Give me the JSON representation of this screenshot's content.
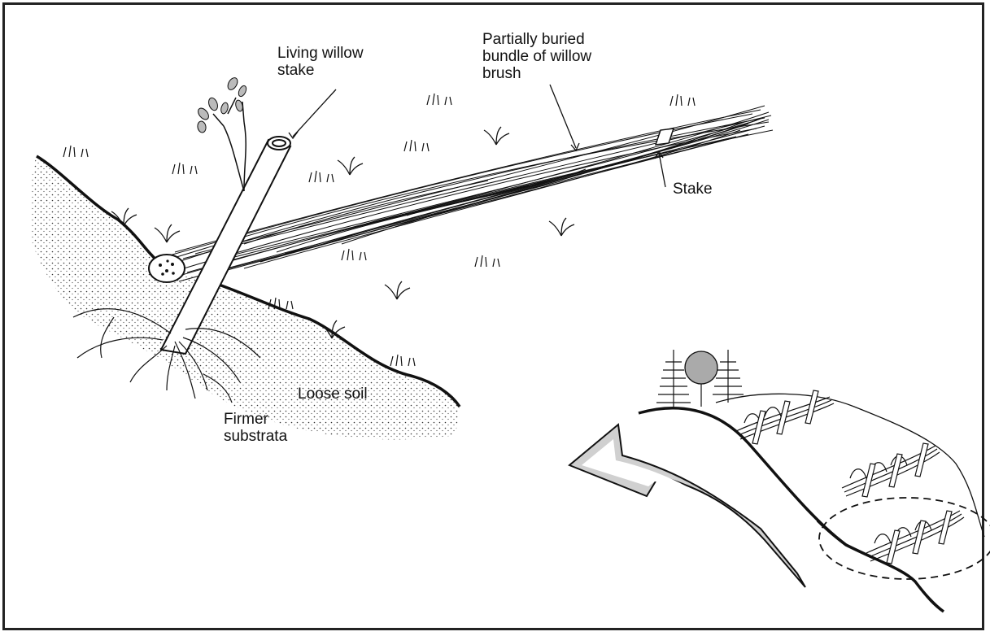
{
  "labels": {
    "living_willow_stake": "Living willow\nstake",
    "bundle": "Partially buried\nbundle of willow\nbrush",
    "stake": "Stake",
    "loose_soil": "Loose soil",
    "firmer_substrata": "Firmer\nsubstrata"
  },
  "colors": {
    "line": "#111111",
    "arrow_fill": "#cfcfcf",
    "background": "#ffffff"
  }
}
